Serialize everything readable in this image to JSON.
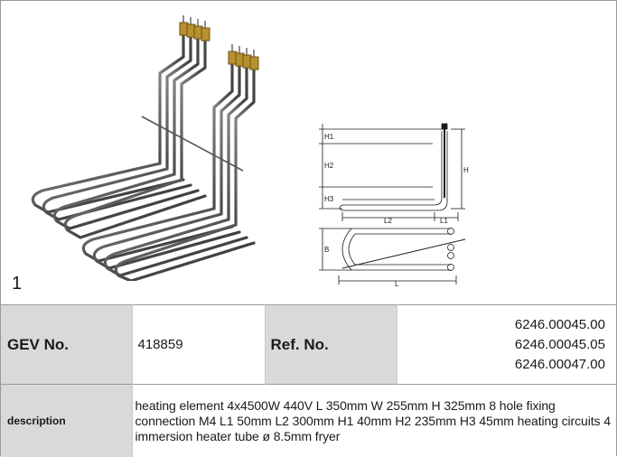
{
  "figure": {
    "number": "1",
    "photo_icon": "heating-element-photo",
    "diagram_icon": "technical-dimension-drawing",
    "dimension_labels": {
      "h1": "H1",
      "h2": "H2",
      "h3": "H3",
      "h": "H",
      "l2": "L2",
      "l1": "L1",
      "b": "B",
      "l": "L"
    }
  },
  "table": {
    "gev_label": "GEV No.",
    "gev_value": "418859",
    "ref_label": "Ref. No.",
    "ref_values": [
      "6246.00045.00",
      "6246.00045.05",
      "6246.00047.00"
    ],
    "description_label": "description",
    "description_text": "heating element  4x4500W 440V L 350mm W 255mm H 325mm 8 hole fixing connection M4 L1 50mm L2 300mm H1 40mm H2 235mm H3 45mm heating circuits 4 immersion heater tube ø 8.5mm fryer"
  },
  "colors": {
    "label_background": "#d9d9d9",
    "border": "#9a9a9a",
    "tube_dark": "#3a3a3a",
    "tube_light": "#8a8a8a",
    "terminal_brass": "#b8902e"
  }
}
